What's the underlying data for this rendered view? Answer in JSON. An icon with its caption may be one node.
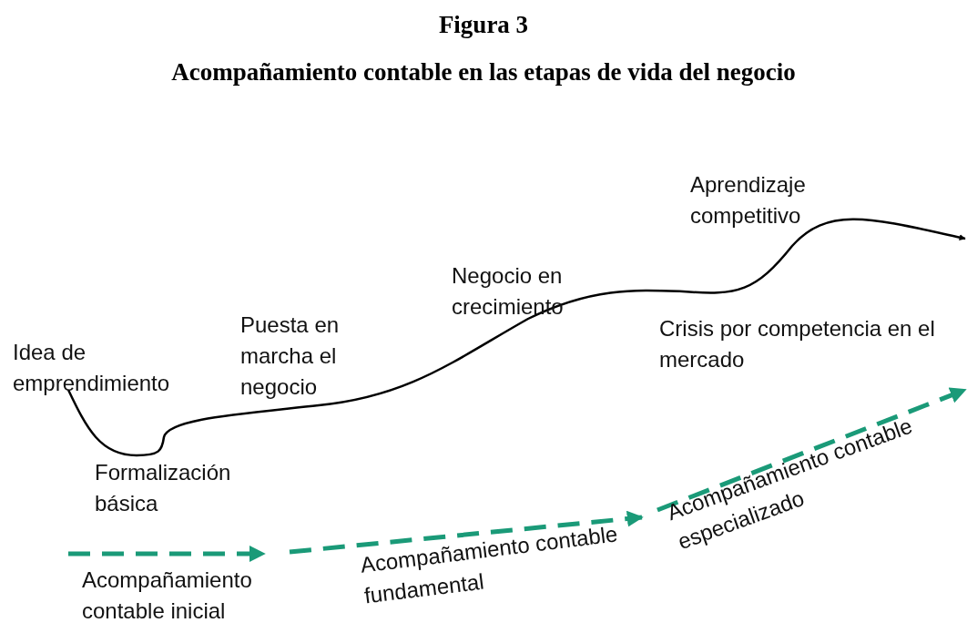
{
  "diagram": {
    "title": "Figura 3",
    "caption": "Acompañamiento contable en las etapas de vida del negocio",
    "labels": [
      "Aprendizaje competitivo",
      "Negocio en crecimiento",
      "Puesta en marcha el negocio",
      "Crisis por competencia en el mercado",
      "Idea de emprendimiento",
      "Formalización básica",
      "Acompañamiento contable especializado",
      "Acompañamiento contable inicial",
      "Acompañamiento contable fundamental"
    ]
  }
}
